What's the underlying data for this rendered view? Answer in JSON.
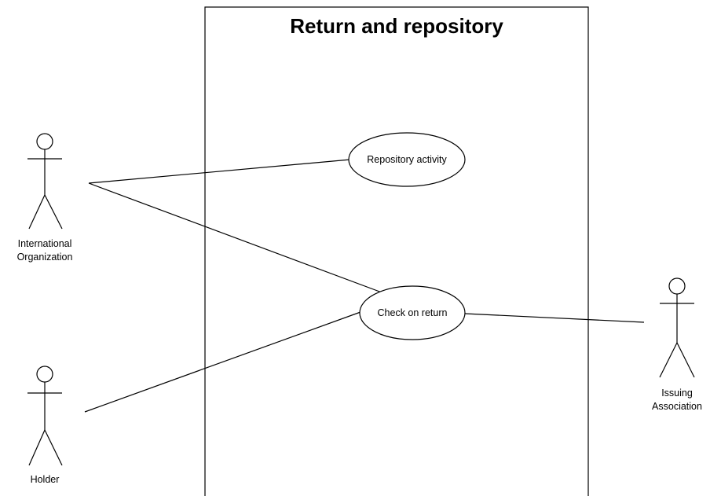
{
  "system": {
    "title": "Return and repository"
  },
  "actors": {
    "international_organization": {
      "label_line1": "International",
      "label_line2": "Organization"
    },
    "holder": {
      "label": "Holder"
    },
    "issuing_association": {
      "label_line1": "Issuing",
      "label_line2": "Association"
    }
  },
  "use_cases": {
    "repository_activity": "Repository activity",
    "check_on_return": "Check on return"
  },
  "colors": {
    "stroke": "#000000",
    "background": "#ffffff"
  }
}
